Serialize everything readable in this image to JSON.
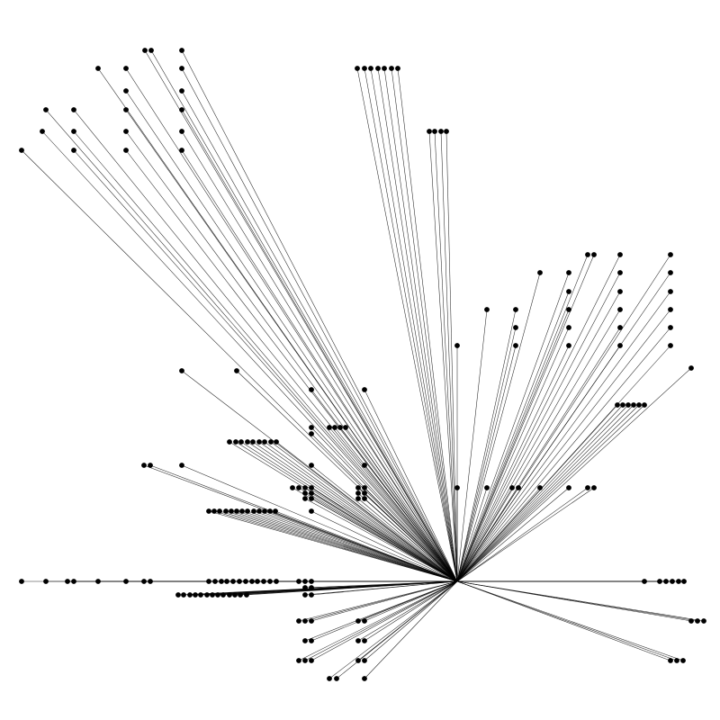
{
  "diagram": {
    "kind": "radial-node-link",
    "node_count": 225,
    "edge_count": 225,
    "colors": {
      "background": "#ffffff",
      "edge": "#000000",
      "node": "#000000"
    }
  }
}
